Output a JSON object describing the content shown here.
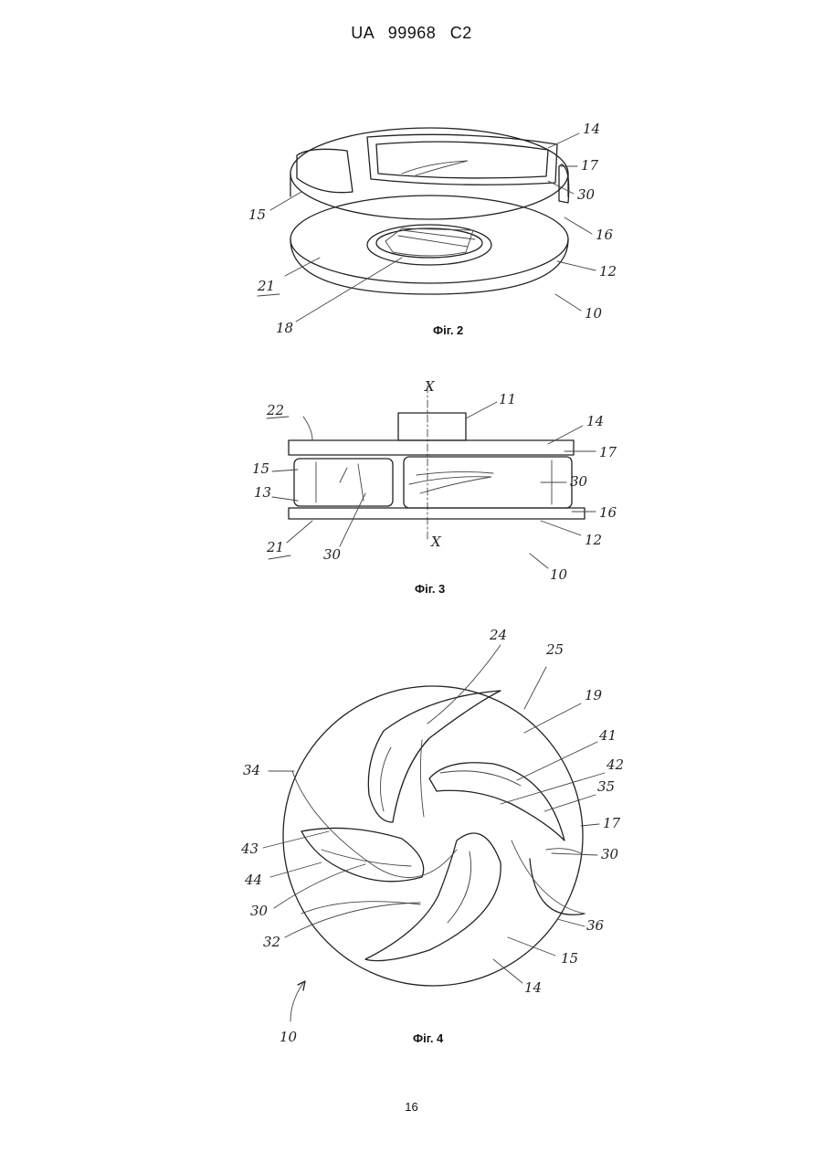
{
  "header": "UA 99968 C2",
  "page_number": "16",
  "figures": [
    {
      "caption": "Фіг. 2",
      "labels": [
        "14",
        "17",
        "30",
        "15",
        "16",
        "12",
        "21",
        "10",
        "18"
      ]
    },
    {
      "caption": "Фіг. 3",
      "labels": [
        "X",
        "11",
        "22",
        "14",
        "17",
        "15",
        "30",
        "13",
        "16",
        "21",
        "30",
        "X",
        "12",
        "10"
      ]
    },
    {
      "caption": "Фіг. 4",
      "labels": [
        "24",
        "25",
        "19",
        "41",
        "34",
        "42",
        "35",
        "17",
        "43",
        "30",
        "44",
        "30",
        "36",
        "32",
        "15",
        "14",
        "10"
      ]
    }
  ]
}
